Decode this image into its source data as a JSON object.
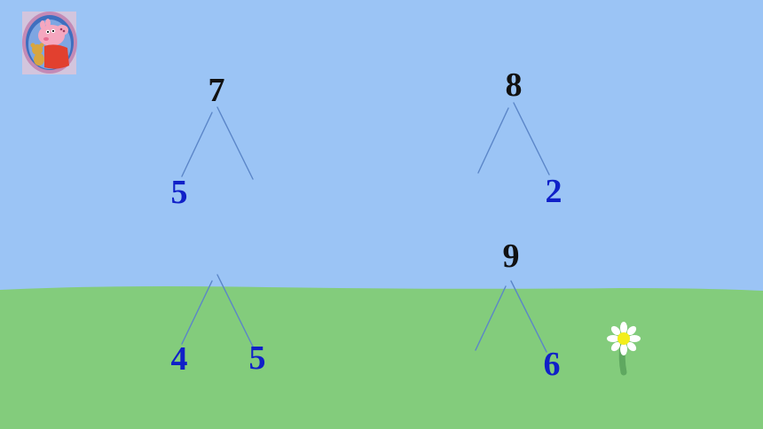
{
  "colors": {
    "sky": "#9bc4f5",
    "grass": "#83cc7c",
    "branch_line": "#5b86c8",
    "top_number": "#111111",
    "part_number": "#1020c8",
    "flower_center": "#f3ee1a",
    "flower_petal": "#ffffff",
    "flower_stem": "#5fa860"
  },
  "icons": {
    "badge": "peppa-pig-badge-icon",
    "flower": "daisy-flower-icon"
  },
  "trees": [
    {
      "id": "tree-1",
      "whole": "7",
      "left_part": "5",
      "right_part": ""
    },
    {
      "id": "tree-2",
      "whole": "8",
      "left_part": "",
      "right_part": "2"
    },
    {
      "id": "tree-3",
      "whole": "",
      "left_part": "4",
      "right_part": "5"
    },
    {
      "id": "tree-4",
      "whole": "9",
      "left_part": "",
      "right_part": "6"
    }
  ]
}
